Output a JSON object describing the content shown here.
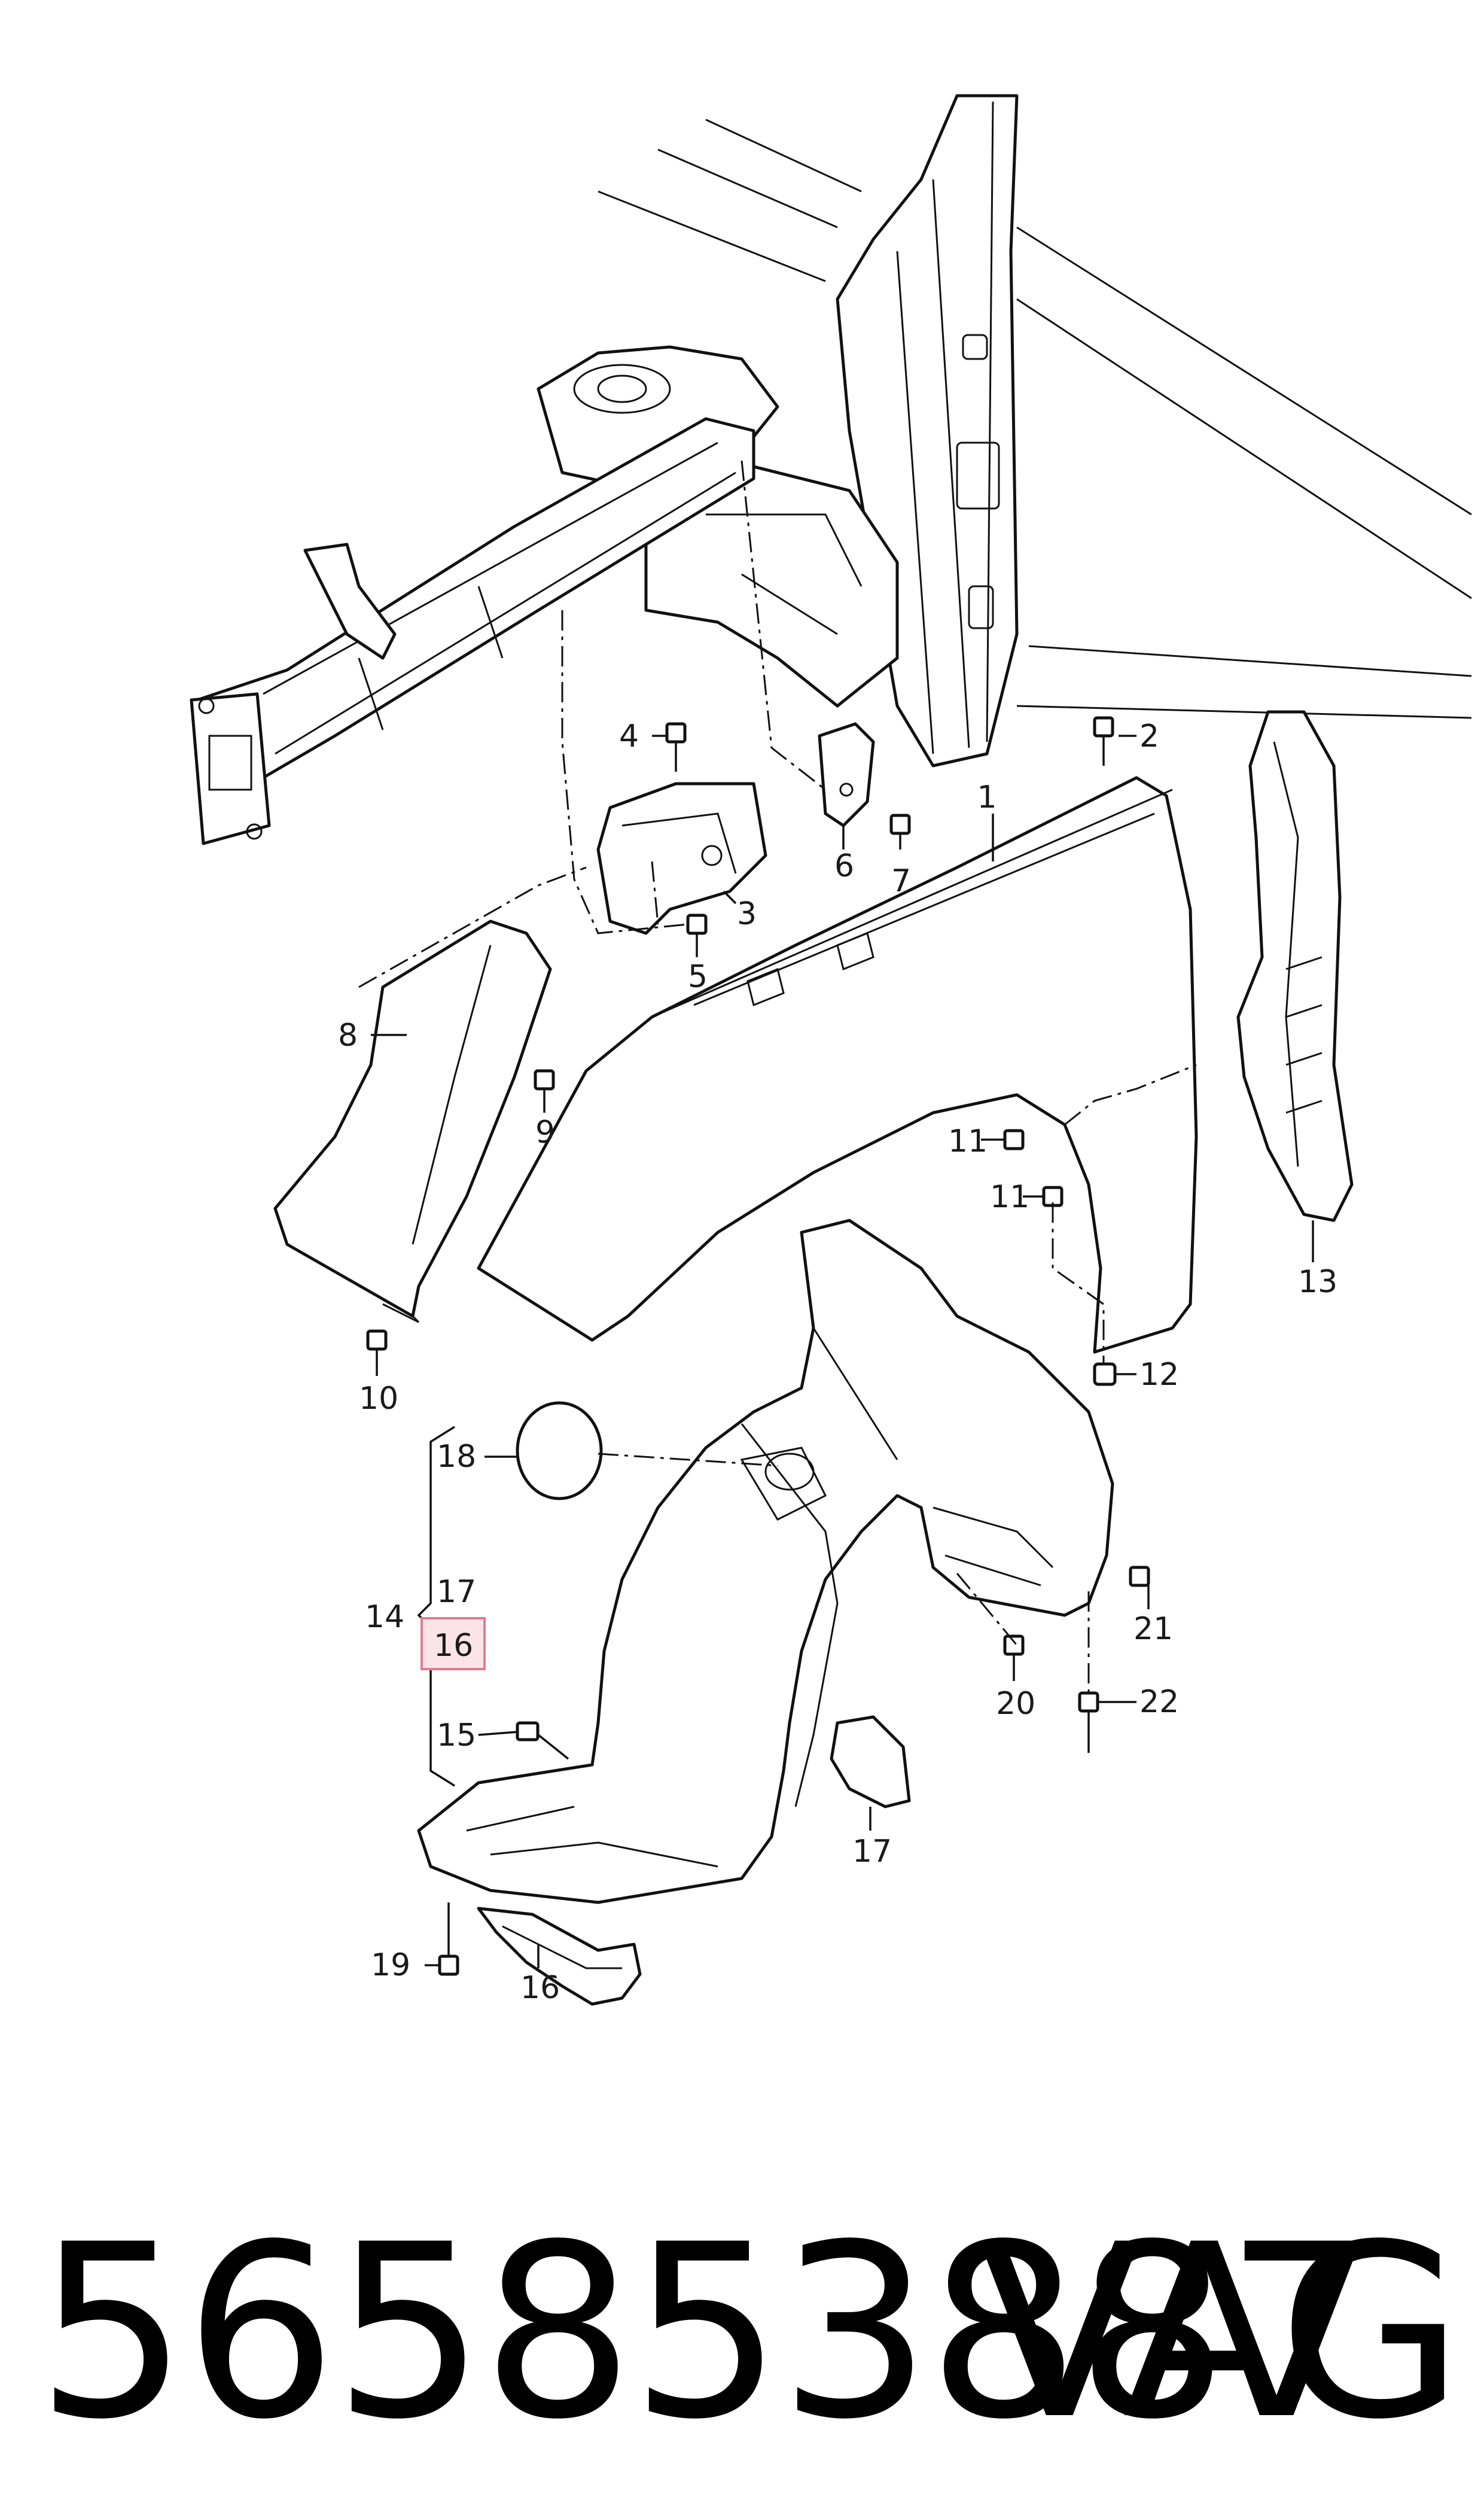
{
  "diagram": {
    "callouts": {
      "c1": "1",
      "c2": "2",
      "c3": "3",
      "c4": "4",
      "c5": "5",
      "c6": "6",
      "c7": "7",
      "c8": "8",
      "c9": "9",
      "c10": "10",
      "c11a": "11",
      "c11b": "11",
      "c12": "12",
      "c13": "13",
      "c14": "14",
      "c15": "15",
      "c16_highlight": "16",
      "c16": "16",
      "c17_bracket": "17",
      "c17": "17",
      "c18": "18",
      "c19": "19",
      "c20": "20",
      "c21": "21",
      "c22": "22"
    },
    "highlight_color": "#e27b92"
  },
  "footer": {
    "part_number": "565853887",
    "brand": "VAG"
  }
}
